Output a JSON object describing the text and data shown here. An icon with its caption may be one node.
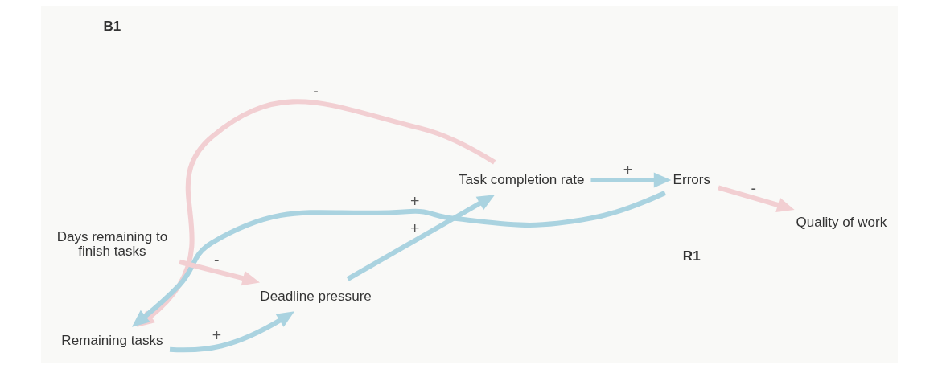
{
  "diagram": {
    "nodes": [
      {
        "text": [
          "Remaining tasks"
        ]
      },
      {
        "text": [
          "Deadline pressure"
        ]
      },
      {
        "text": [
          "Task completion rate"
        ]
      },
      {
        "text": [
          "Errors"
        ]
      },
      {
        "text": [
          "Quality of work"
        ]
      },
      {
        "text": [
          "Days remaining to finish tasks"
        ]
      }
    ],
    "edges": [
      {
        "from": 0,
        "to": 1,
        "arrow": "to",
        "label": "+"
      },
      {
        "from": 1,
        "to": 2,
        "arrow": "to",
        "label": "+"
      },
      {
        "from": 2,
        "to": 0,
        "arrow": "to",
        "label": "-",
        "color": "#f2cfd2"
      },
      {
        "from": 2,
        "to": 3,
        "arrow": "to",
        "label": "+"
      },
      {
        "from": 3,
        "to": 0,
        "arrow": "to",
        "label": "+"
      },
      {
        "from": 3,
        "to": 4,
        "arrow": "to",
        "label": "-",
        "color": "#f2cfd2"
      },
      {
        "from": 5,
        "to": 1,
        "arrow": "to",
        "label": "-",
        "color": "#f2cfd2"
      }
    ],
    "labels": [
      "B1",
      "R1"
    ]
  }
}
